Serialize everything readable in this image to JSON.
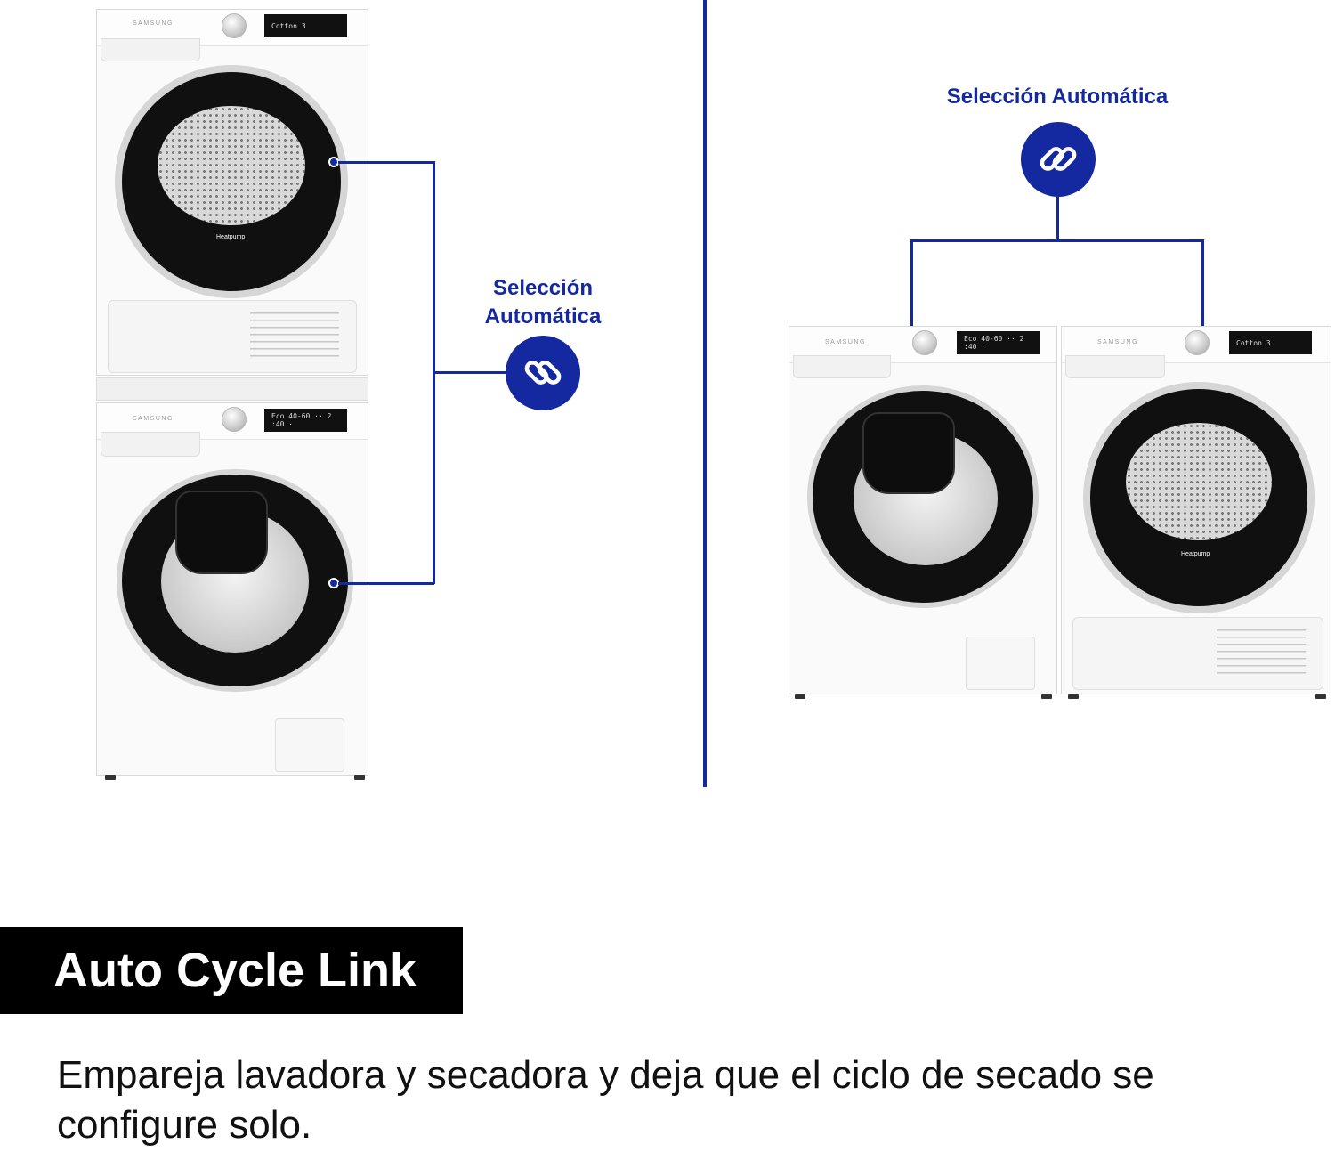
{
  "label_right": "Selección Automática",
  "label_left": [
    "Selección",
    "Automática"
  ],
  "title": "Auto Cycle Link",
  "description": "Empareja lavadora y secadora y deja que el ciclo de secado se configure solo.",
  "brand": "SAMSUNG",
  "dryer_badge": "Heatpump",
  "dryer_display": "Cotton  3",
  "washer_display": "Eco 40-60  ·· 2 :40 ·",
  "icons": [
    "link-icon",
    "link-icon"
  ],
  "colors": {
    "accent": "#1428a0",
    "title_bg": "#000000",
    "title_fg": "#ffffff",
    "text": "#111111"
  }
}
